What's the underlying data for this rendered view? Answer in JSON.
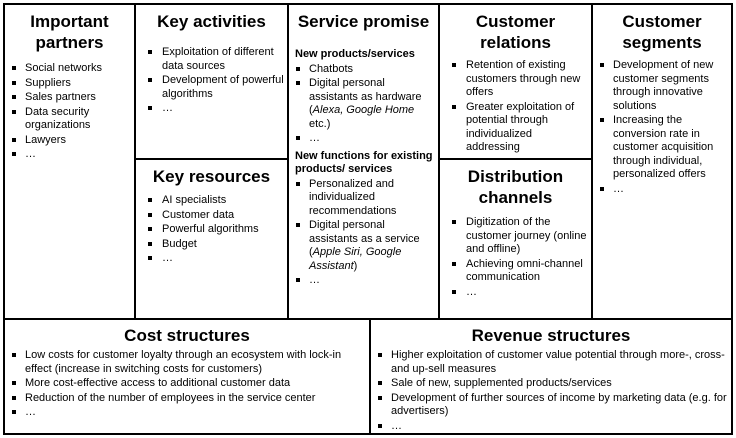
{
  "partners": {
    "title": "Important partners",
    "items": [
      "Social networks",
      "Suppliers",
      "Sales partners",
      "Data security organizations",
      "Lawyers",
      "…"
    ]
  },
  "activities": {
    "title": "Key activities",
    "items": [
      "Exploitation of different data sources",
      "Development of powerful algorithms",
      "…"
    ]
  },
  "resources": {
    "title": "Key resources",
    "items": [
      "AI specialists",
      "Customer data",
      "Powerful algorithms",
      "Budget",
      "…"
    ]
  },
  "service": {
    "title": "Service promise",
    "new_products_heading": "New products/services",
    "chatbots": "Chatbots",
    "assistants_hw_a": "Digital personal assistants as hardware (",
    "assistants_hw_em": "Alexa, Google Home",
    "assistants_hw_b": " etc.)",
    "ellipsis_1": "…",
    "new_functions_heading": "New functions for existing products/ services",
    "personalized": "Personalized and individualized recommendations",
    "assistants_svc_a": "Digital personal assistants as a service (",
    "assistants_svc_em": "Apple Siri, Google Assistant",
    "assistants_svc_b": ")",
    "ellipsis_2": "…"
  },
  "relations": {
    "title": "Customer relations",
    "items": [
      "Retention of existing customers through new offers",
      "Greater exploitation of potential through individualized addressing"
    ]
  },
  "channels": {
    "title": "Distribution channels",
    "items": [
      "Digitization of the customer journey (online and offline)",
      "Achieving omni-channel communication",
      "…"
    ]
  },
  "segments": {
    "title": "Customer segments",
    "items": [
      "Development of new customer segments through innovative solutions",
      "Increasing the conversion rate in customer acquisition through individual, personalized offers",
      "…"
    ]
  },
  "costs": {
    "title": "Cost structures",
    "items": [
      "Low costs for customer loyalty through an ecosystem with lock-in effect (increase in switching costs for customers)",
      "More cost-effective access to additional customer data",
      "Reduction of the number of employees in the service center",
      "…"
    ]
  },
  "revenue": {
    "title": "Revenue structures",
    "items": [
      "Higher exploitation of customer value potential through more-, cross- and up-sell measures",
      "Sale of new, supplemented products/services",
      "Development of further sources of income by marketing data (e.g. for advertisers)",
      "…"
    ]
  }
}
